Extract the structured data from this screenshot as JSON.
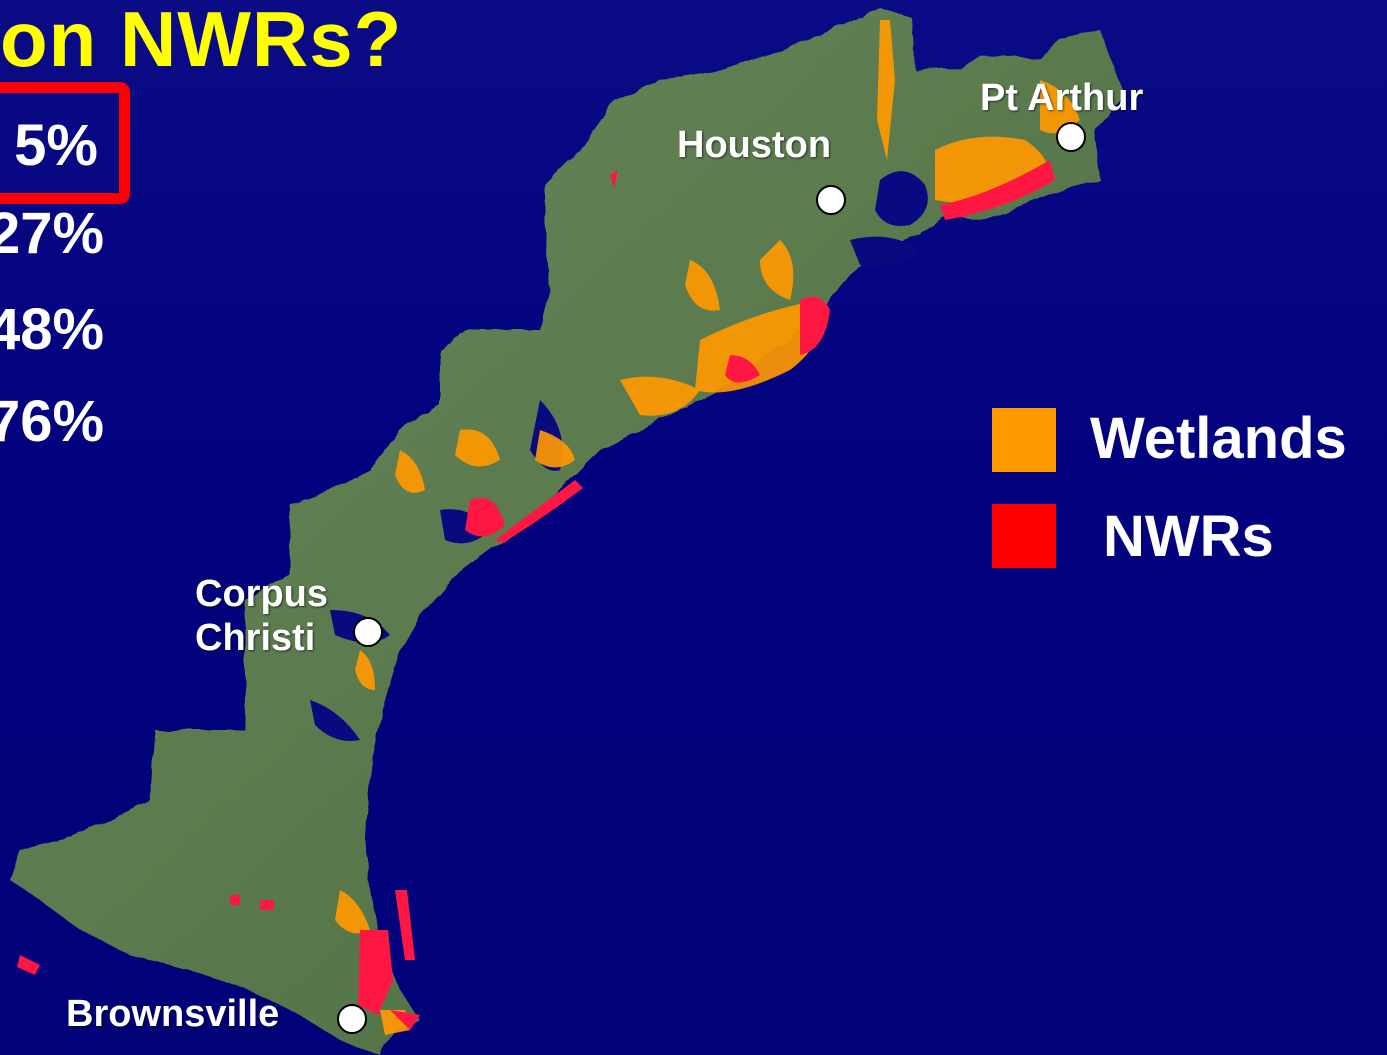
{
  "slide": {
    "title": "on NWRs?",
    "percentages": [
      "5%",
      "27%",
      "48%",
      "76%"
    ]
  },
  "map": {
    "cities": [
      {
        "name": "Houston"
      },
      {
        "name": "Pt Arthur"
      },
      {
        "name": "Corpus",
        "name_line2": "Christi"
      },
      {
        "name": "Brownsville"
      }
    ],
    "legend": [
      {
        "label": "Wetlands",
        "color": "#ff9900"
      },
      {
        "label": "NWRs",
        "color": "#ff0000"
      }
    ]
  },
  "colors": {
    "background": "#02027e",
    "land": "#5a7a4e",
    "title": "#ffff00",
    "highlight": "#ff0000"
  }
}
